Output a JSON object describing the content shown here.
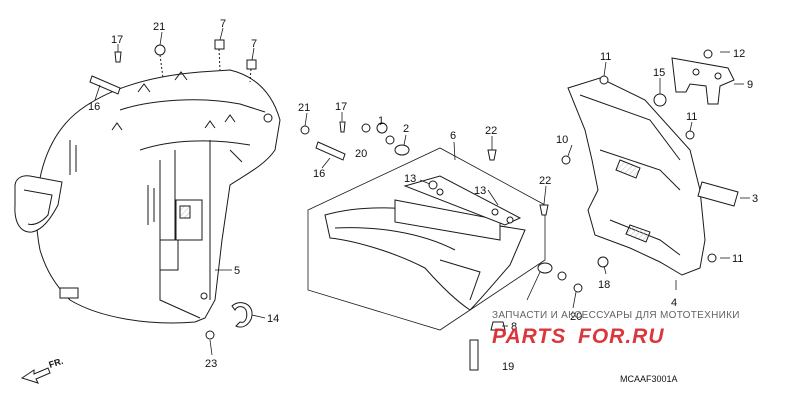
{
  "callouts": [
    {
      "id": "c1",
      "label": "1"
    },
    {
      "id": "c2",
      "label": "2"
    },
    {
      "id": "c3",
      "label": "3"
    },
    {
      "id": "c4",
      "label": "4"
    },
    {
      "id": "c5",
      "label": "5"
    },
    {
      "id": "c6",
      "label": "6"
    },
    {
      "id": "c7a",
      "label": "7"
    },
    {
      "id": "c7b",
      "label": "7"
    },
    {
      "id": "c8",
      "label": "8"
    },
    {
      "id": "c9",
      "label": "9"
    },
    {
      "id": "c10",
      "label": "10"
    },
    {
      "id": "c11a",
      "label": "11"
    },
    {
      "id": "c11b",
      "label": "11"
    },
    {
      "id": "c11c",
      "label": "11"
    },
    {
      "id": "c12",
      "label": "12"
    },
    {
      "id": "c13a",
      "label": "13"
    },
    {
      "id": "c13b",
      "label": "13"
    },
    {
      "id": "c14",
      "label": "14"
    },
    {
      "id": "c15",
      "label": "15"
    },
    {
      "id": "c16a",
      "label": "16"
    },
    {
      "id": "c16b",
      "label": "16"
    },
    {
      "id": "c17a",
      "label": "17"
    },
    {
      "id": "c17b",
      "label": "17"
    },
    {
      "id": "c18",
      "label": "18"
    },
    {
      "id": "c19",
      "label": "19"
    },
    {
      "id": "c20a",
      "label": "20"
    },
    {
      "id": "c20b",
      "label": "20"
    },
    {
      "id": "c21a",
      "label": "21"
    },
    {
      "id": "c21b",
      "label": "21"
    },
    {
      "id": "c22a",
      "label": "22"
    },
    {
      "id": "c22b",
      "label": "22"
    },
    {
      "id": "c23",
      "label": "23"
    }
  ],
  "watermark": {
    "tagline": "ЗАПЧАСТИ И АКСЕССУАРЫ ДЛЯ МОТОТЕХНИКИ",
    "brand_left": "PARTS",
    "brand_right": "FOR.RU",
    "brand_color": "#d8262c"
  },
  "diagram_code": "MCAAF3001A",
  "direction_marker": "FR.",
  "colors": {
    "line": "#1a1a1a",
    "shade": "#d9d9d9"
  }
}
